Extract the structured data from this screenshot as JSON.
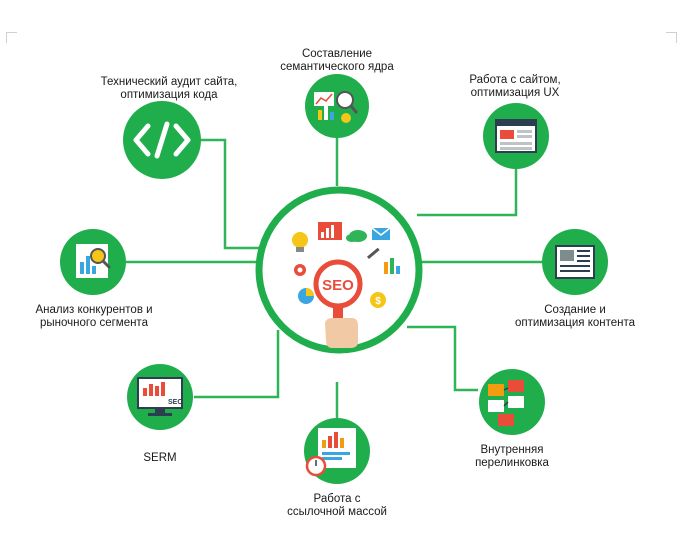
{
  "colors": {
    "green": "#1fae4b",
    "dark_green": "#17873a",
    "line": "#2fb457",
    "white": "#ffffff"
  },
  "center": {
    "text": "SEO",
    "icon": "seo-magnifier-icon"
  },
  "nodes": [
    {
      "id": "code-audit",
      "icon": "code-brackets-icon",
      "lines": [
        "Технический аудит сайта,",
        "оптимизация кода"
      ]
    },
    {
      "id": "semantic-core",
      "icon": "analytics-chart-icon",
      "lines": [
        "Составление",
        "семантического ядра"
      ]
    },
    {
      "id": "website-ux",
      "icon": "browser-window-icon",
      "lines": [
        "Работа с сайтом,",
        "оптимизация UX"
      ]
    },
    {
      "id": "competitor-analysis",
      "icon": "magnifier-chart-icon",
      "lines": [
        "Анализ конкурентов и",
        "рыночного сегмента"
      ]
    },
    {
      "id": "content",
      "icon": "newspaper-icon",
      "lines": [
        "Создание и",
        "оптимизация контента"
      ]
    },
    {
      "id": "serm",
      "icon": "monitor-seo-icon",
      "lines": [
        "SERM"
      ]
    },
    {
      "id": "link-mass",
      "icon": "stopwatch-report-icon",
      "lines": [
        "Работа с",
        "ссылочной массой"
      ]
    },
    {
      "id": "internal-linking",
      "icon": "cubes-links-icon",
      "lines": [
        "Внутренняя",
        "перелинковка"
      ]
    }
  ]
}
